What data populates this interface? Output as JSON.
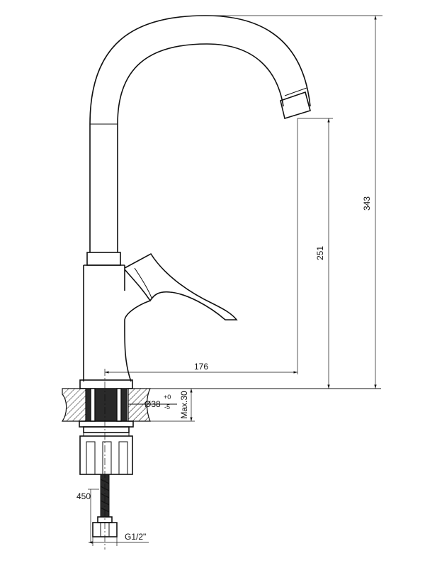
{
  "dimensions": {
    "total_height": "343",
    "spout_height": "251",
    "spout_reach": "176",
    "hole_diameter_main": "Ø38",
    "hole_tolerance_upper": "+0",
    "hole_tolerance_lower": "-5",
    "max_thickness": "Max.30",
    "hose_length": "450",
    "hose_thread": "G1/2\""
  }
}
